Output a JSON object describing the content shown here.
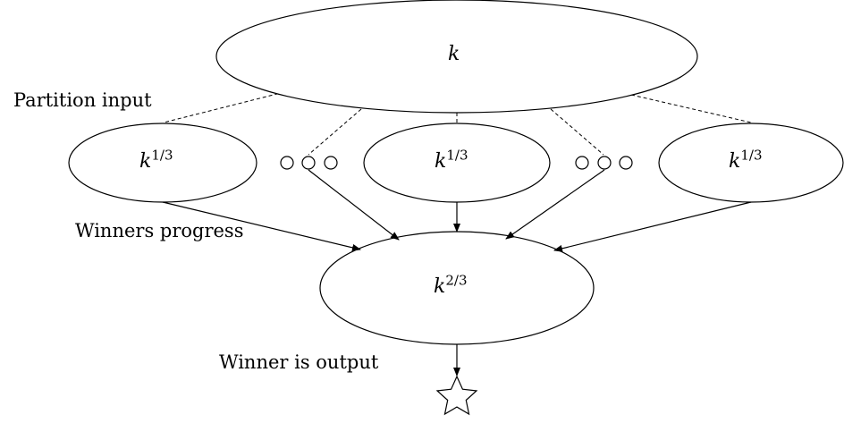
{
  "nodes": {
    "top": {
      "var": "k",
      "exp": ""
    },
    "left": {
      "var": "k",
      "exp": "1/3"
    },
    "middle": {
      "var": "k",
      "exp": "1/3"
    },
    "right": {
      "var": "k",
      "exp": "1/3"
    },
    "bottom": {
      "var": "k",
      "exp": "2/3"
    }
  },
  "labels": {
    "partition": "Partition input",
    "progress": "Winners progress",
    "output": "Winner is output"
  },
  "colors": {
    "stroke": "#000000",
    "background": "#ffffff"
  },
  "icons": {
    "result": "star-outline-icon",
    "placeholder": "small-circle-icon"
  }
}
